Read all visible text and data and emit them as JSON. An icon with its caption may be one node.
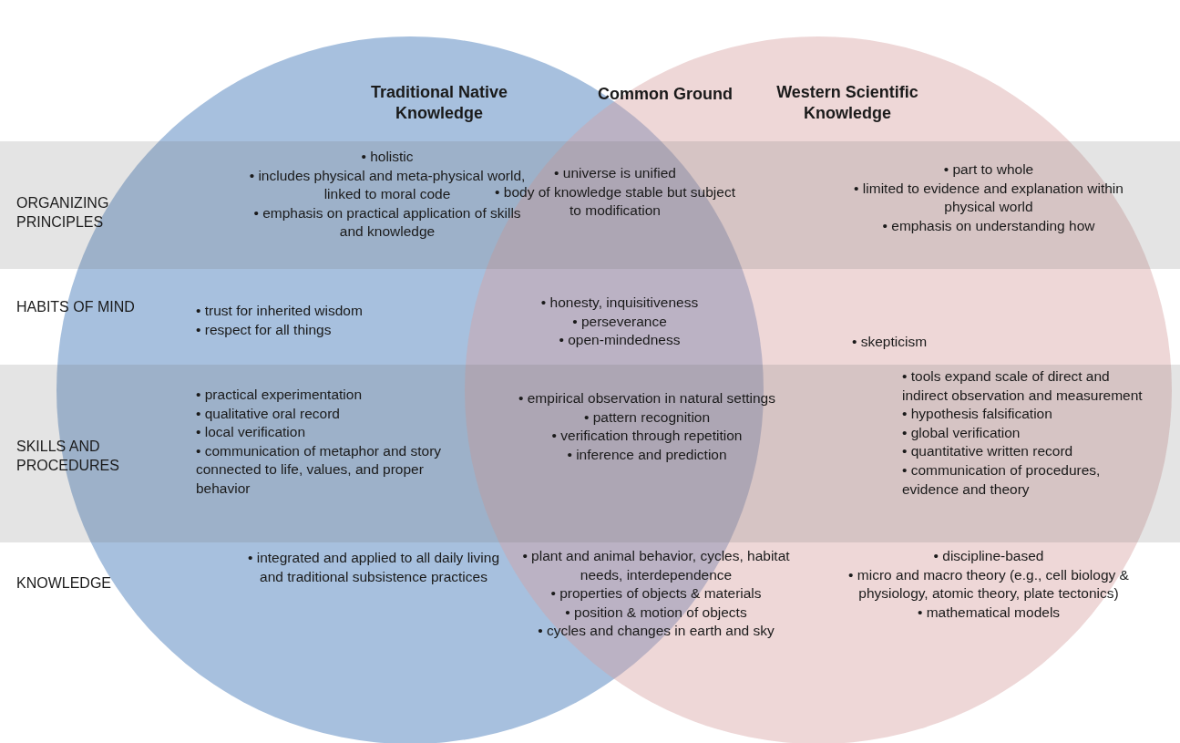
{
  "diagram": {
    "nodes": [
      {
        "text": [
          "Traditional Native Knowledge"
        ]
      },
      {
        "text": [
          "Western Scientific Knowledge"
        ]
      }
    ],
    "labels": [
      "Common Ground",
      "ORGANIZING PRINCIPLES",
      "• holistic",
      "• includes physical and meta-physical world, linked to moral code",
      "• emphasis on practical application of skills and knowledge",
      "• universe is unified",
      "• body of knowledge stable but subject to modification",
      "• part to whole",
      "• limited to evidence and explanation within physical world",
      "• emphasis on understanding how",
      "HABITS OF MIND",
      "• trust for inherited wisdom",
      "• respect for all things",
      "• honesty, inquisitiveness",
      "• perseverance",
      "• open-mindedness",
      "• skepticism",
      "SKILLS AND PROCEDURES",
      "• practical experimentation",
      "• qualitative oral record",
      "• local verification",
      "• communication of metaphor and story connected to life, values, and proper behavior",
      "• empirical observation in natural settings",
      "• pattern recognition",
      "• verification through repetition",
      "• inference and prediction",
      "• tools expand scale of direct and indirect observation and measurement",
      "• hypothesis falsification",
      "• global verification",
      "• quantitative written record",
      "• communication of procedures, evidence and theory",
      "KNOWLEDGE",
      "• integrated and applied to all daily living and traditional subsistence practices",
      "• plant and animal behavior, cycles, habitat needs, interdependence",
      "• properties of objects & materials",
      "• position & motion of objects",
      "• cycles and changes in earth and sky",
      "• discipline-based",
      "• micro and macro theory (e.g., cell biology & physiology, atomic theory, plate tectonics)",
      "• mathematical models"
    ]
  }
}
